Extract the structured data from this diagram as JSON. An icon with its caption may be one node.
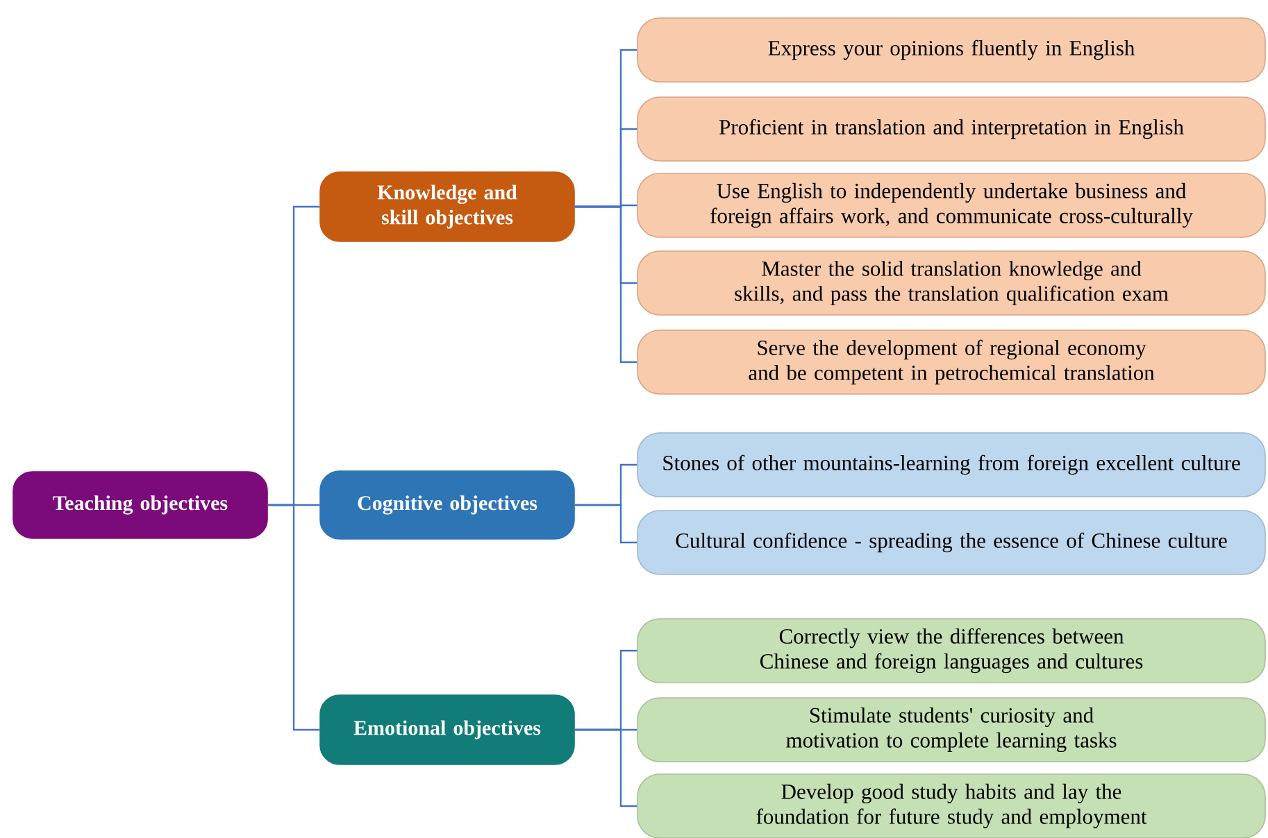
{
  "diagram": {
    "nodes": [
      {
        "text": [
          "Teaching objectives"
        ]
      },
      {
        "text": [
          "Knowledge and skill objectives"
        ]
      },
      {
        "text": [
          "Cognitive objectives"
        ]
      },
      {
        "text": [
          "Emotional objectives"
        ]
      },
      {
        "text": [
          "Express your opinions fluently in English"
        ]
      },
      {
        "text": [
          "Proficient in translation and interpretation in English"
        ]
      },
      {
        "text": [
          "Use English to independently undertake business and foreign affairs work, and communicate cross-culturally"
        ]
      },
      {
        "text": [
          "Master the solid translation knowledge and skills, and pass the translation qualification exam"
        ]
      },
      {
        "text": [
          "Serve the development of regional economy and be competent in petrochemical translation"
        ]
      },
      {
        "text": [
          "Stones of other mountains-learning from foreign excellent culture"
        ]
      },
      {
        "text": [
          "Cultural confidence - spreading the essence of Chinese culture"
        ]
      },
      {
        "text": [
          "Correctly view the differences between Chinese and foreign languages and cultures"
        ]
      },
      {
        "text": [
          "Stimulate students' curiosity and motivation to complete learning tasks"
        ]
      },
      {
        "text": [
          "Develop good study habits and lay the foundation for future study and employment"
        ]
      }
    ],
    "edges": [
      {
        "from": 0,
        "to": 1,
        "arrow": "none"
      },
      {
        "from": 0,
        "to": 2,
        "arrow": "none"
      },
      {
        "from": 0,
        "to": 3,
        "arrow": "none"
      },
      {
        "from": 1,
        "to": 4,
        "arrow": "none"
      },
      {
        "from": 1,
        "to": 5,
        "arrow": "none"
      },
      {
        "from": 1,
        "to": 6,
        "arrow": "none"
      },
      {
        "from": 1,
        "to": 7,
        "arrow": "none"
      },
      {
        "from": 1,
        "to": 8,
        "arrow": "none"
      },
      {
        "from": 2,
        "to": 9,
        "arrow": "none"
      },
      {
        "from": 2,
        "to": 10,
        "arrow": "none"
      },
      {
        "from": 3,
        "to": 11,
        "arrow": "none"
      },
      {
        "from": 3,
        "to": 12,
        "arrow": "none"
      },
      {
        "from": 3,
        "to": 13,
        "arrow": "none"
      }
    ]
  }
}
